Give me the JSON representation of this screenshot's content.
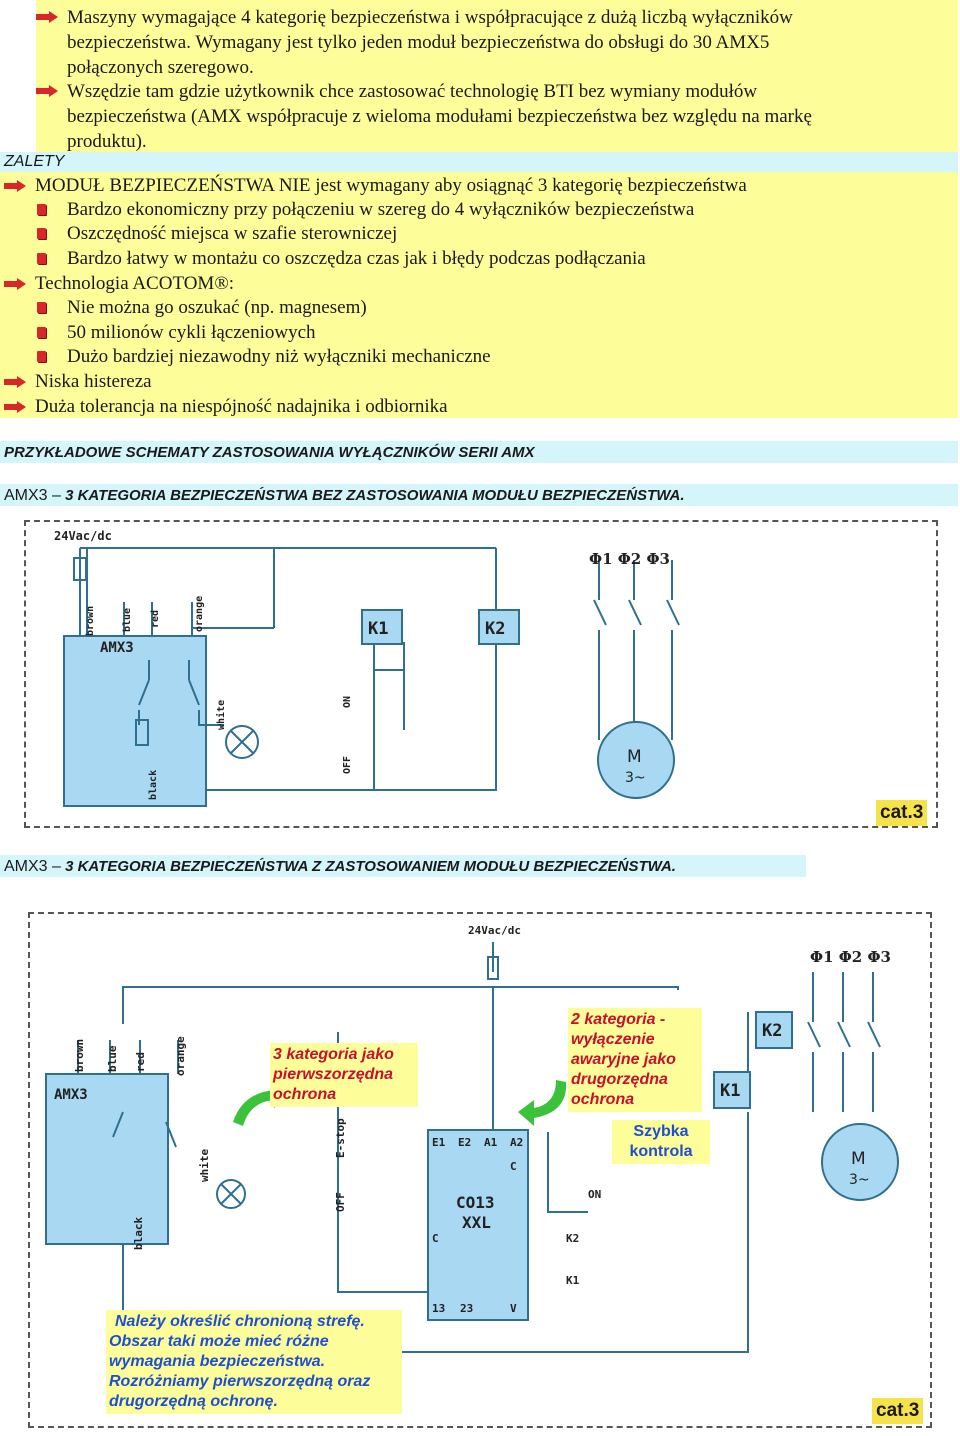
{
  "intro_bullets": [
    "Maszyny wymagające 4 kategorię bezpieczeństwa i współpracujące z dużą liczbą wyłączników",
    "bezpieczeństwa. Wymagany jest tylko jeden moduł bezpieczeństwa do obsługi do 30 AMX5",
    "połączonych szeregowo.",
    "Wszędzie tam gdzie użytkownik chce zastosować technologię BTI bez wymiany modułów",
    "bezpieczeństwa (AMX współpracuje z wieloma modułami bezpieczeństwa bez względu na markę",
    "produktu)."
  ],
  "zalety": {
    "title": "ZALETY",
    "items": [
      {
        "level": 1,
        "text": "MODUŁ BEZPIECZEŃSTWA NIE jest wymagany aby osiągnąć 3 kategorię bezpieczeństwa"
      },
      {
        "level": 2,
        "text": "Bardzo ekonomiczny przy połączeniu w szereg do 4 wyłączników bezpieczeństwa"
      },
      {
        "level": 2,
        "text": "Oszczędność miejsca w szafie sterowniczej"
      },
      {
        "level": 2,
        "text": "Bardzo łatwy w montażu co oszczędza czas jak i błędy podczas podłączania"
      },
      {
        "level": 1,
        "text": "Technologia ACOTOM®:"
      },
      {
        "level": 2,
        "text": "Nie można go oszukać (np. magnesem)"
      },
      {
        "level": 2,
        "text": "50 milionów cykli łączeniowych"
      },
      {
        "level": 2,
        "text": "Dużo bardziej niezawodny niż wyłączniki mechaniczne"
      },
      {
        "level": 1,
        "text": "Niska histereza"
      },
      {
        "level": 1,
        "text": "Duża tolerancja na niespójność nadajnika i odbiornika"
      }
    ]
  },
  "section_title": "PRZYKŁADOWE SCHEMATY ZASTOSOWANIA WYŁĄCZNIKÓW SERII AMX",
  "diagram1": {
    "heading_prefix": "AMX3 –",
    "heading": "3 KATEGORIA BEZPIECZEŃSTWA BEZ ZASTOSOWANIA MODUŁU BEZPIECZEŃSTWA.",
    "supply": "24Vac/dc",
    "device": "AMX3",
    "wires": [
      "brown",
      "blue",
      "red",
      "orange",
      "white",
      "black"
    ],
    "k1": "K1",
    "k2": "K2",
    "on": "ON",
    "off": "OFF",
    "phases": "Φ1 Φ2 Φ3",
    "motor": "M",
    "motor_sub": "3~",
    "badge": "cat.3"
  },
  "diagram2": {
    "heading_prefix": "AMX3 –",
    "heading": "3 KATEGORIA BEZPIECZEŃSTWA Z ZASTOSOWANIEM MODUŁU BEZPIECZEŃSTWA.",
    "supply": "24Vac/dc",
    "device": "AMX3",
    "wires": [
      "brown",
      "blue",
      "red",
      "orange",
      "white",
      "black"
    ],
    "estop": "E-stop",
    "off": "OFF",
    "on": "ON",
    "module_name": "CO13",
    "module_sub": "XXL",
    "module_terms_top": [
      "E1",
      "E2",
      "A1",
      "A2"
    ],
    "module_terms_bottom": [
      "13",
      "23",
      "V"
    ],
    "module_c": "C",
    "k1": "K1",
    "k2": "K2",
    "phases": "Φ1 Φ2 Φ3",
    "motor": "M",
    "motor_sub": "3~",
    "callout_primary": [
      "3 kategoria jako",
      "pierwszorzędna",
      "ochrona"
    ],
    "callout_secondary": [
      "2 kategoria -",
      "wyłączenie",
      "awaryjne jako",
      "drugorzędna",
      "ochrona"
    ],
    "callout_fast": [
      "Szybka",
      "kontrola"
    ],
    "note": [
      "Należy określić chronioną strefę.",
      "Obszar taki może mieć różne",
      "wymagania bezpieczeństwa.",
      "Rozróżniamy pierwszorzędną oraz",
      "drugorzędną ochronę."
    ],
    "badge": "cat.3"
  },
  "colors": {
    "highlight": "#fdfd9a",
    "header_band": "#d4f6fb",
    "wire": "#2f6f8f",
    "box": "#a9d8f2",
    "red_text": "#c8102e",
    "green_arrow": "#3cc23a",
    "bullet_red": "#d9262b"
  }
}
